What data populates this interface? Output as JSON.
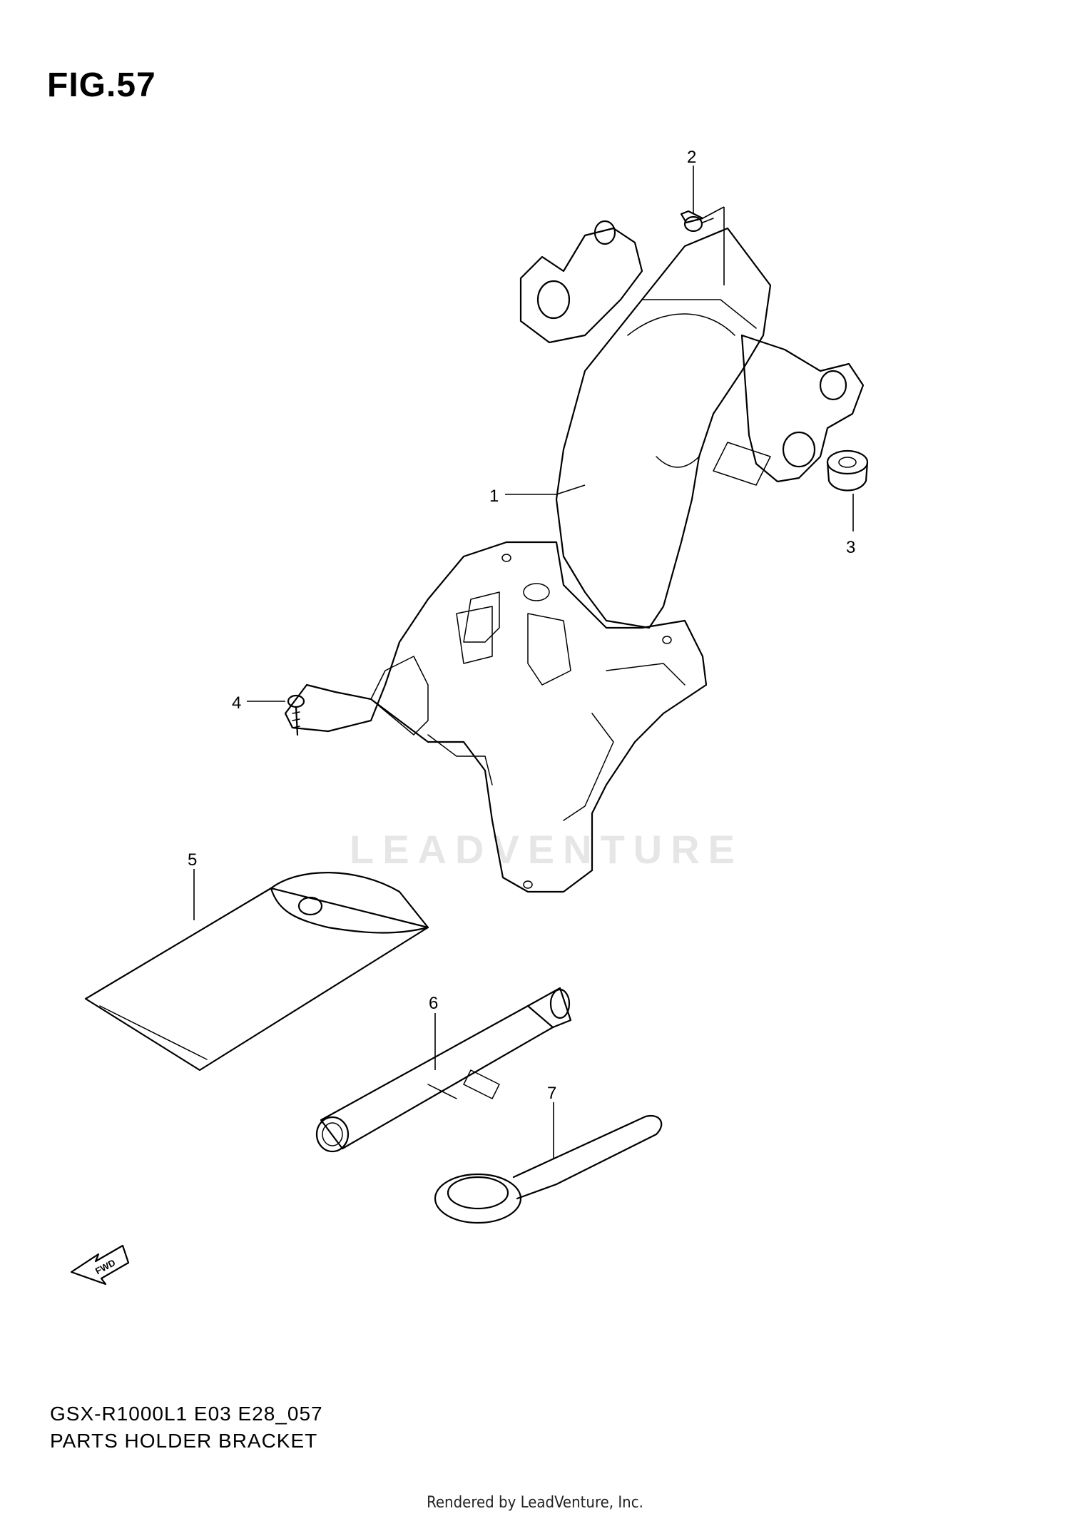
{
  "figure": {
    "title": "FIG.57"
  },
  "callouts": [
    "1",
    "2",
    "3",
    "4",
    "5",
    "6",
    "7"
  ],
  "forward_arrow": {
    "label": "FWD"
  },
  "watermark": {
    "text": "LEADVENTURE"
  },
  "footer": {
    "model_code": "GSX-R1000L1 E03 E28_057",
    "part_name": "PARTS HOLDER BRACKET",
    "rendered_by": "Rendered by LeadVenture, Inc."
  }
}
